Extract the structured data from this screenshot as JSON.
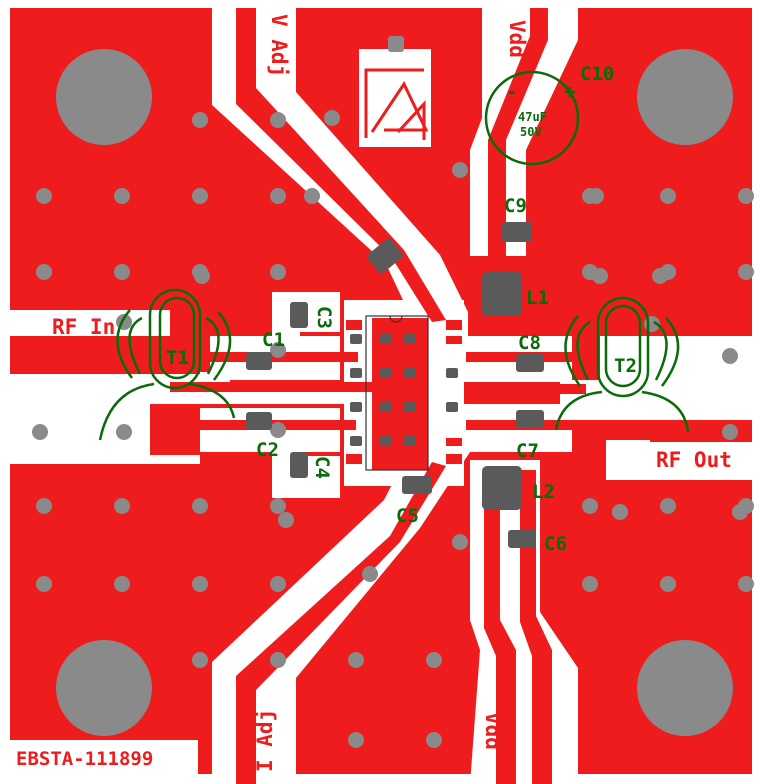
{
  "board": {
    "id_label": "EBSTA-111899",
    "colors": {
      "copper": "#ee1c1c",
      "substrate": "#ffffff",
      "silkscreen": "#0b6b0b",
      "via": "#8a8a8a",
      "pad": "#5a5a5a"
    }
  },
  "connectors": {
    "rf_in": "RF In",
    "rf_out": "RF Out",
    "v_adj": "V Adj",
    "i_adj": "I Adj",
    "vdd_top": "Vdd",
    "vdd_bottom": "Vdd"
  },
  "components": {
    "c1": "C1",
    "c2": "C2",
    "c3": "C3",
    "c4": "C4",
    "c5": "C5",
    "c6": "C6",
    "c7": "C7",
    "c8": "C8",
    "c9": "C9",
    "c10": "C10",
    "c10_value": "47uF",
    "c10_voltage": "50V",
    "c10_minus": "-",
    "c10_plus": "+",
    "l1": "L1",
    "l2": "L2",
    "t1": "T1",
    "t2": "T2"
  },
  "icons": {
    "logo": "company-logo-icon",
    "mounting_hole": "mounting-hole-icon",
    "via": "via-icon"
  }
}
